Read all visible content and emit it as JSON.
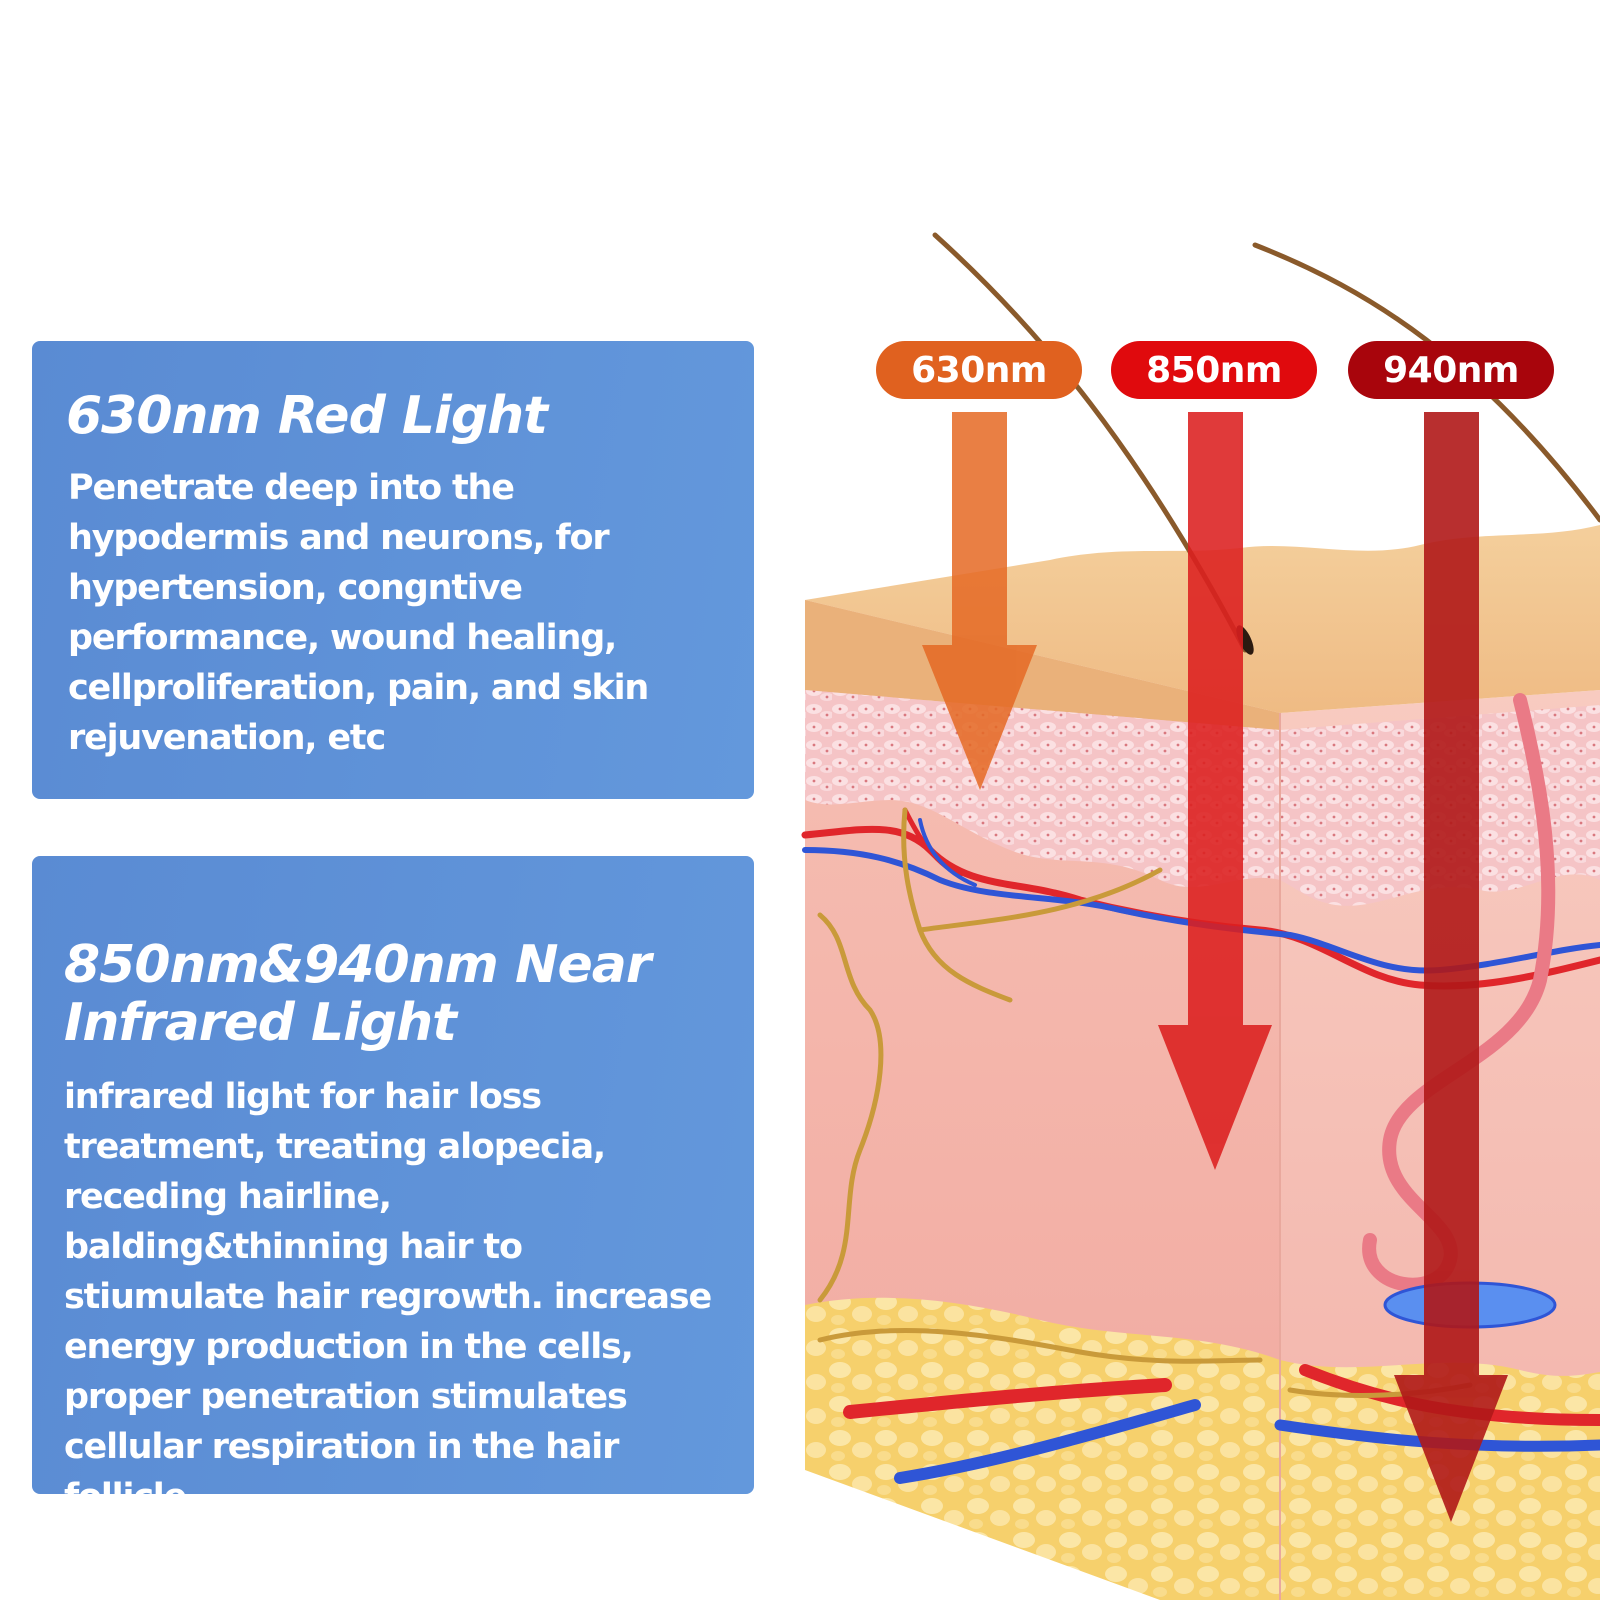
{
  "cards": [
    {
      "title": "630nm Red Light",
      "text": "Penetrate deep into the hypodermis and neurons, for hypertension, congntive performance, wound healing, cellproliferation, pain, and skin rejuvenation, etc"
    },
    {
      "title_line1": "850nm&940nm Near",
      "title_line2": "Infrared Light",
      "text": "infrared light for hair loss treatment, treating alopecia, receding hairline, balding&thinning hair to stiumulate hair regrowth. increase energy production in the cells, proper penetration stimulates cellular respiration in the hair follicle."
    }
  ],
  "wavelengths": [
    {
      "label": "630nm",
      "color": "#e0611f",
      "arrow_color": "#e56a25"
    },
    {
      "label": "850nm",
      "color": "#e00a0d",
      "arrow_color": "#dc1f1f"
    },
    {
      "label": "940nm",
      "color": "#a8050c",
      "arrow_color": "#b01818"
    }
  ],
  "colors": {
    "card_bg": "#5f92d8",
    "card_text": "#ffffff",
    "epidermis": "#f2c48e",
    "dermis": "#f4b0a6",
    "fat": "#f7d77a",
    "artery": "#e0262b",
    "vein": "#2f55d6",
    "nerve": "#c99a3a",
    "hair": "#8a5a2b"
  }
}
